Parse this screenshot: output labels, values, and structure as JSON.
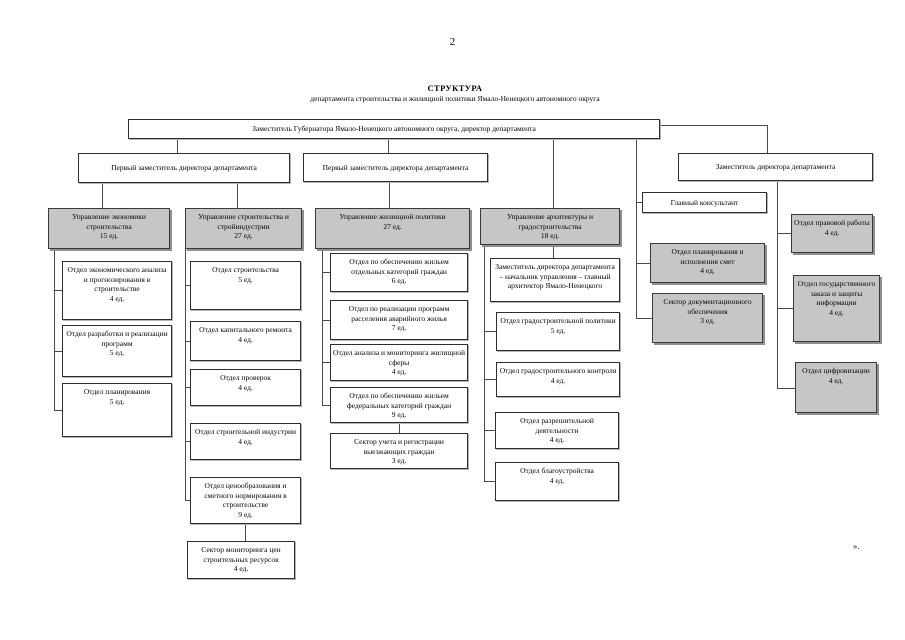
{
  "page": {
    "number": "2",
    "closing_mark": "»."
  },
  "title": {
    "heading": "СТРУКТУРА",
    "subheading": "департамента строительства и жилищной политики Ямало-Ненецкого автономного округа"
  },
  "boxes": {
    "director": {
      "label": "Заместитель Губернатора Ямало-Ненецкого автономного округа, директор департамента"
    },
    "first_deputy_1": {
      "label": "Первый заместитель директора департамента"
    },
    "first_deputy_2": {
      "label": "Первый заместитель директора департамента"
    },
    "deputy_director": {
      "label": "Заместитель директора департамента"
    },
    "chief_consultant": {
      "label": "Главный консультант"
    },
    "division_economics": {
      "label": "Управление экономики строительства",
      "count": "15 ед."
    },
    "division_construction": {
      "label": "Управление строительства и стройиндустрии",
      "count": "27 ед."
    },
    "division_housing": {
      "label": "Управление жилищной политики",
      "count": "27 ед."
    },
    "division_architecture": {
      "label": "Управление архитектуры и градостроительства",
      "count": "18 ед."
    },
    "planning_estimates": {
      "label": "Отдел планирования и исполнения смет",
      "count": "4 ед."
    },
    "documentation_sector": {
      "label": "Сектор документационного обеспечения",
      "count": "3 ед."
    },
    "legal": {
      "label": "Отдел правовой работы",
      "count": "4 ед."
    },
    "state_order": {
      "label": "Отдел государственного заказа и защиты информации",
      "count": "4 ед."
    },
    "digitalization": {
      "label": "Отдел цифровизации",
      "count": "4 ед."
    },
    "econ_analysis": {
      "label": "Отдел экономического анализа и прогнозирования в строительстве",
      "count": "4 ед."
    },
    "econ_programs": {
      "label": "Отдел разработки и реализации программ",
      "count": "5 ед."
    },
    "econ_planning": {
      "label": "Отдел планирования",
      "count": "5 ед."
    },
    "constr_construction": {
      "label": "Отдел строительства",
      "count": "5 ед."
    },
    "constr_capital_repair": {
      "label": "Отдел капитального ремонта",
      "count": "4 ед."
    },
    "constr_inspections": {
      "label": "Отдел проверок",
      "count": "4 ед."
    },
    "constr_industry": {
      "label": "Отдел строительной индустрии",
      "count": "4 ед."
    },
    "constr_pricing": {
      "label": "Отдел ценообразования и сметного нормирования в строительстве",
      "count": "9 ед."
    },
    "price_monitoring_sector": {
      "label": "Сектор мониторинга цен строительных ресурсов",
      "count": "4 ед."
    },
    "housing_special": {
      "label": "Отдел по обеспечению жильем отдельных категорий граждан",
      "count": "6 ед."
    },
    "housing_resettlement": {
      "label": "Отдел по реализации программ расселения аварийного жилья",
      "count": "7 ед."
    },
    "housing_monitoring": {
      "label": "Отдел анализа и мониторинга жилищной сферы",
      "count": "4 ед."
    },
    "housing_federal": {
      "label": "Отдел по обеспечению жильем федеральных категорий граждан",
      "count": "9 ед."
    },
    "registration_sector": {
      "label": "Сектор учета и регистрации выезжающих граждан",
      "count": "3 ед."
    },
    "chief_architect": {
      "label": "Заместитель директора департамента – начальник управления – главный архитектор Ямало-Ненецкого"
    },
    "urban_policy": {
      "label": "Отдел градостроительной политики",
      "count": "5 ед."
    },
    "urban_control": {
      "label": "Отдел градостроительного контроля",
      "count": "4 ед."
    },
    "permits": {
      "label": "Отдел разрешительной деятельности",
      "count": "4 ед."
    },
    "improvement": {
      "label": "Отдел благоустройства",
      "count": "4 ед."
    }
  },
  "colors": {
    "box_gray": "#c6c6c6",
    "line": "#4a4a4a"
  }
}
